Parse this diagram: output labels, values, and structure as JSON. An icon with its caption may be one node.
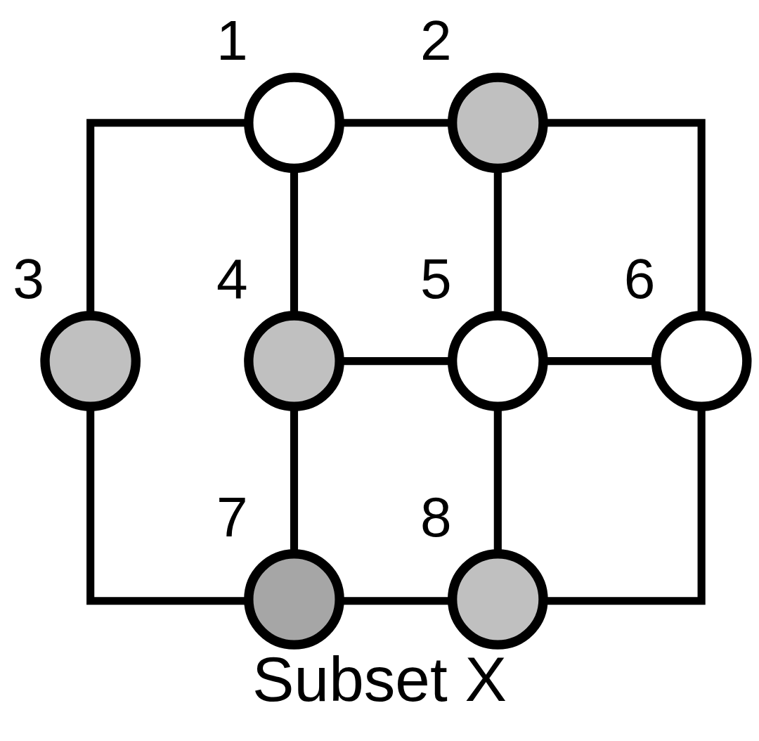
{
  "diagram": {
    "caption": "Subset X",
    "nodes": [
      {
        "text": [],
        "shape": "circle",
        "beside": [
          "1"
        ]
      },
      {
        "text": [],
        "shape": "circle",
        "beside": [
          "2"
        ]
      },
      {
        "text": [],
        "shape": "circle",
        "beside": [
          "3"
        ]
      },
      {
        "text": [],
        "shape": "circle",
        "beside": [
          "4"
        ]
      },
      {
        "text": [],
        "shape": "circle",
        "beside": [
          "5"
        ]
      },
      {
        "text": [],
        "shape": "circle",
        "beside": [
          "6"
        ]
      },
      {
        "text": [],
        "shape": "circle",
        "beside": [
          "7"
        ]
      },
      {
        "text": [],
        "shape": "circle",
        "beside": [
          "8"
        ]
      }
    ],
    "edges": [
      {
        "from": 0,
        "to": 1,
        "arrow": "none"
      },
      {
        "from": 0,
        "to": 2,
        "arrow": "none"
      },
      {
        "from": 0,
        "to": 3,
        "arrow": "none"
      },
      {
        "from": 1,
        "to": 4,
        "arrow": "none"
      },
      {
        "from": 1,
        "to": 5,
        "arrow": "none"
      },
      {
        "from": 2,
        "to": 6,
        "arrow": "none"
      },
      {
        "from": 3,
        "to": 4,
        "arrow": "none"
      },
      {
        "from": 3,
        "to": 6,
        "arrow": "none"
      },
      {
        "from": 4,
        "to": 5,
        "arrow": "none"
      },
      {
        "from": 4,
        "to": 7,
        "arrow": "none"
      },
      {
        "from": 5,
        "to": 7,
        "arrow": "none"
      },
      {
        "from": 6,
        "to": 7,
        "arrow": "none"
      }
    ]
  }
}
